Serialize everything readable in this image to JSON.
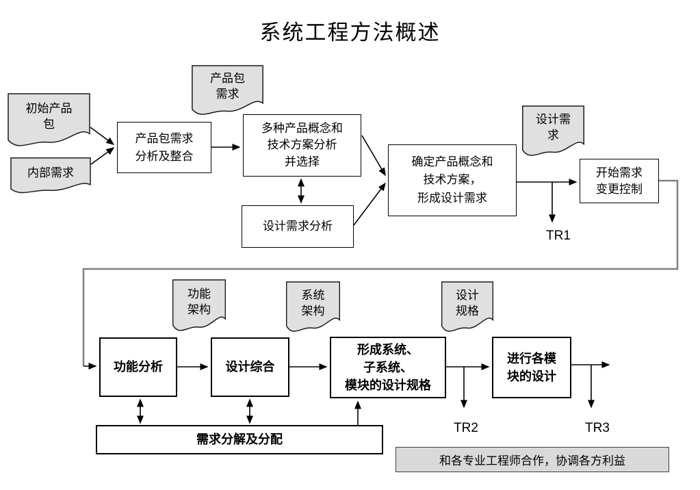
{
  "title": "系统工程方法概述",
  "colors": {
    "document_fill": "#e0e0e0",
    "note_fill": "#d9d9d9",
    "connector": "#000000",
    "feedback_line": "#808080",
    "background": "#ffffff"
  },
  "nodes": {
    "initial_product_package": {
      "type": "document",
      "label": "初始产品\n包"
    },
    "internal_requirements": {
      "type": "document",
      "label": "内部需求"
    },
    "package_req_analysis": {
      "type": "process",
      "label": "产品包需求\n分析及整合"
    },
    "product_package_req": {
      "type": "document",
      "label": "产品包\n需求"
    },
    "multi_concept_analysis": {
      "type": "process",
      "label": "多种产品概念和\n技术方案分析\n并选择"
    },
    "design_req_analysis": {
      "type": "process",
      "label": "设计需求分析"
    },
    "confirm_concept": {
      "type": "process",
      "label": "确定产品概念和\n技术方案，\n形成设计需求"
    },
    "design_requirements": {
      "type": "document",
      "label": "设计需\n求"
    },
    "start_change_control": {
      "type": "process",
      "label": "开始需求\n变更控制"
    },
    "functional_architecture": {
      "type": "document",
      "label": "功能\n架构"
    },
    "functional_analysis": {
      "type": "process",
      "label": "功能分析"
    },
    "system_architecture": {
      "type": "document",
      "label": "系统\n架构"
    },
    "design_synthesis": {
      "type": "process",
      "label": "设计综合"
    },
    "design_spec": {
      "type": "document",
      "label": "设计\n规格"
    },
    "form_design_specs": {
      "type": "process",
      "label": "形成系统、\n子系统、\n模块的设计规格"
    },
    "module_design": {
      "type": "process",
      "label": "进行各模\n块的设计"
    },
    "req_decomposition": {
      "type": "process",
      "label": "需求分解及分配"
    },
    "collaboration_note": {
      "type": "note",
      "label": "和各专业工程师合作，协调各方利益"
    }
  },
  "milestones": {
    "tr1": "TR1",
    "tr2": "TR2",
    "tr3": "TR3"
  }
}
